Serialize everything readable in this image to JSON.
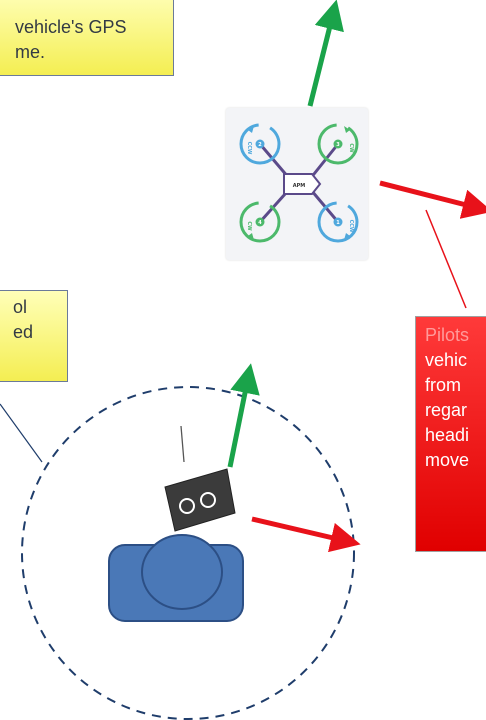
{
  "callouts": {
    "top": {
      "lines": [
        "vehicle's GPS",
        "me."
      ]
    },
    "left": {
      "lines": [
        "ol",
        "ed"
      ]
    },
    "right": {
      "lines": [
        "Pilots",
        "vehic",
        "from",
        "regar",
        "headi",
        "move"
      ]
    }
  },
  "quadcopter": {
    "center_label": "APM",
    "rotors": [
      {
        "number": "2",
        "direction": "CCW",
        "color": "#4fa8dd"
      },
      {
        "number": "3",
        "direction": "CW",
        "color": "#4cb96b"
      },
      {
        "number": "4",
        "direction": "CW",
        "color": "#4cb96b"
      },
      {
        "number": "1",
        "direction": "CCW",
        "color": "#4fa8dd"
      }
    ],
    "arm_color": "#5b4a8a"
  },
  "colors": {
    "forward_arrow": "#1aa34a",
    "right_arrow": "#e8121a",
    "dashed_circle": "#1f3d6b",
    "pilot": "#4a78b7",
    "controller": "#3b3b3b"
  }
}
